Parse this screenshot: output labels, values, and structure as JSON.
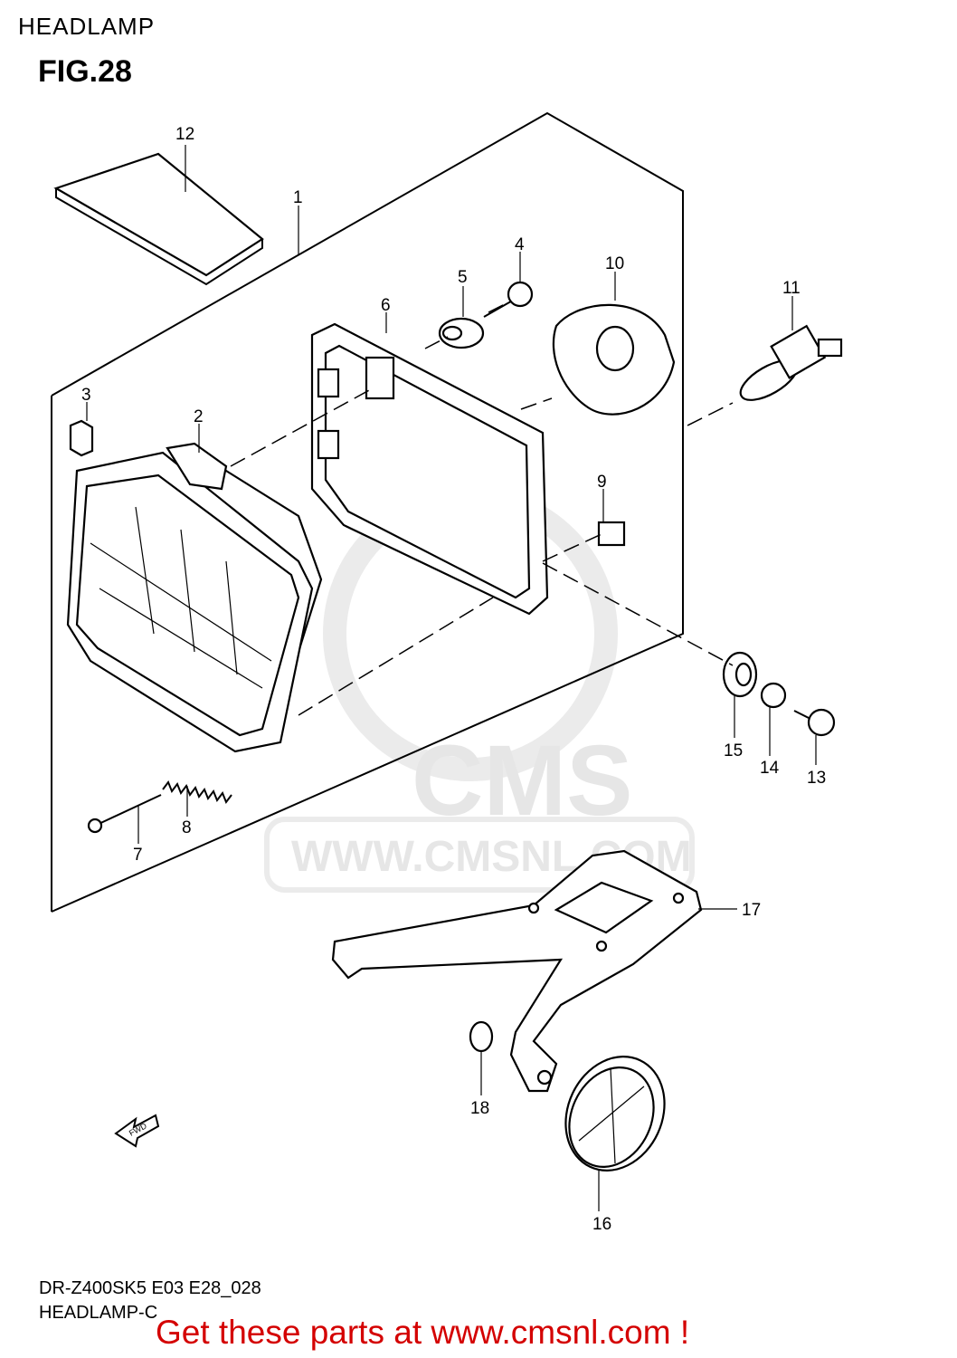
{
  "header": {
    "title": "HEADLAMP",
    "figure": "FIG.28"
  },
  "footer": {
    "model_code": "DR-Z400SK5 E03 E28_028",
    "diagram_name": "HEADLAMP-C",
    "promo": "Get these parts at www.cmsnl.com !"
  },
  "watermark": {
    "brand": "CMS",
    "url": "WWW.CMSNL.COM"
  },
  "fwd_arrow": "FWD",
  "callouts": [
    "1",
    "2",
    "3",
    "4",
    "5",
    "6",
    "7",
    "8",
    "9",
    "10",
    "11",
    "12",
    "13",
    "14",
    "15",
    "16",
    "17",
    "18"
  ]
}
